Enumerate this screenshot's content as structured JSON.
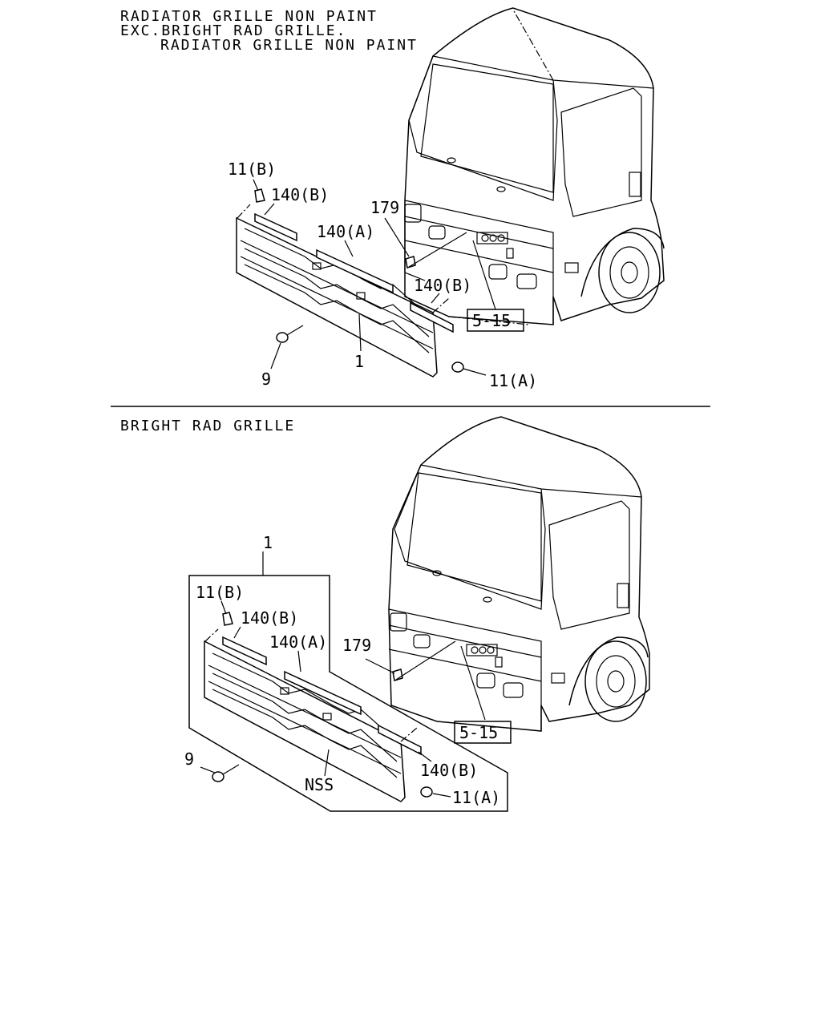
{
  "top_section": {
    "header_line1": "RADIATOR GRILLE NON PAINT",
    "header_line2": "EXC.BRIGHT RAD GRILLE.",
    "header_line3": "RADIATOR GRILLE NON PAINT",
    "callouts": {
      "c11b": "11(B)",
      "c140b_1": "140(B)",
      "c140a": "140(A)",
      "c179": "179",
      "c140b_2": "140(B)",
      "c515": "5-15",
      "c9": "9",
      "c1": "1",
      "c11a": "11(A)"
    }
  },
  "bottom_section": {
    "header": "BRIGHT RAD GRILLE",
    "callouts": {
      "c1": "1",
      "c11b": "11(B)",
      "c140b_1": "140(B)",
      "c140a": "140(A)",
      "c179": "179",
      "c515": "5-15",
      "c9": "9",
      "c140b_2": "140(B)",
      "nss": "NSS",
      "c11a": "11(A)"
    }
  }
}
